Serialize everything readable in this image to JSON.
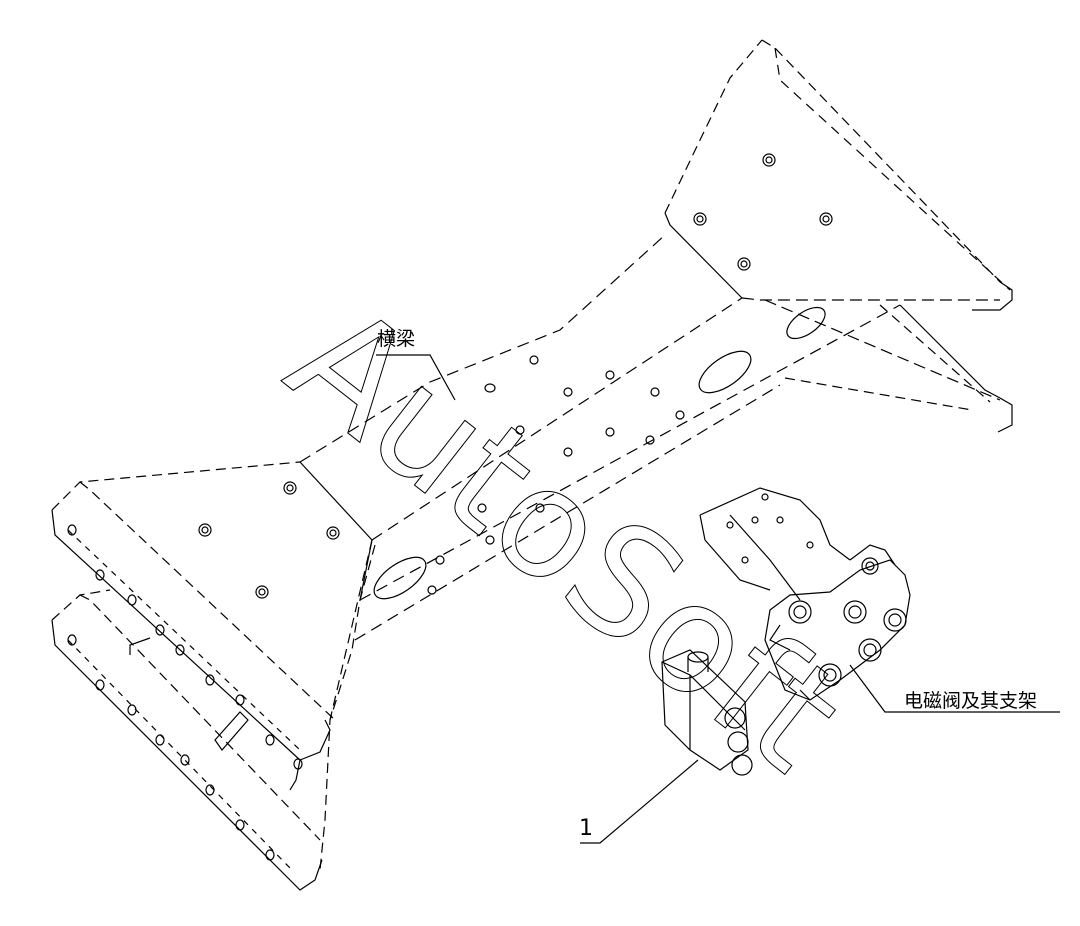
{
  "diagram": {
    "labels": {
      "crossbeam": "横梁",
      "solenoid_valve_bracket": "电磁阀及其支架",
      "part_callout": "1"
    },
    "watermark": "AutoSoft",
    "colors": {
      "line": "#000000",
      "background": "#ffffff"
    }
  }
}
